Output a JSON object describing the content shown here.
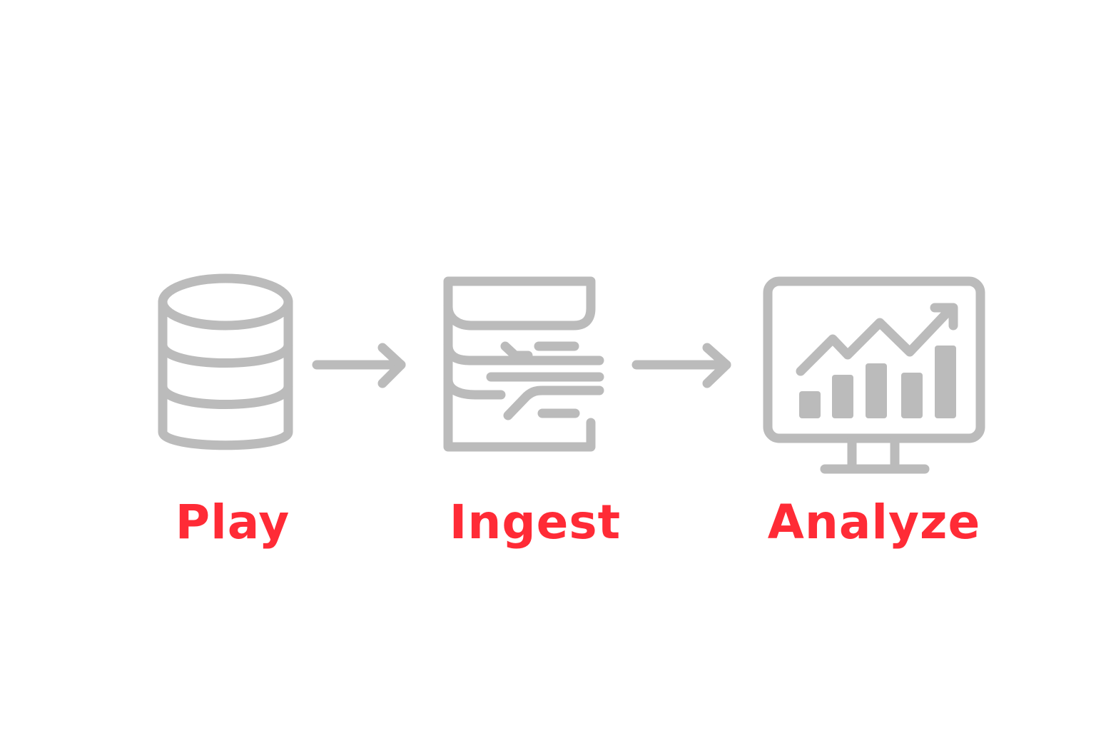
{
  "colors": {
    "icon_gray": "#bbbbbb",
    "label_red": "#ff2b36",
    "background": "#ffffff"
  },
  "steps": [
    {
      "label": "Play",
      "icon": "database-icon"
    },
    {
      "label": "Ingest",
      "icon": "data-stream-icon"
    },
    {
      "label": "Analyze",
      "icon": "analytics-monitor-icon"
    }
  ],
  "connectors": [
    {
      "from": "Play",
      "to": "Ingest",
      "icon": "arrow-right-icon"
    },
    {
      "from": "Ingest",
      "to": "Analyze",
      "icon": "arrow-right-icon"
    }
  ]
}
